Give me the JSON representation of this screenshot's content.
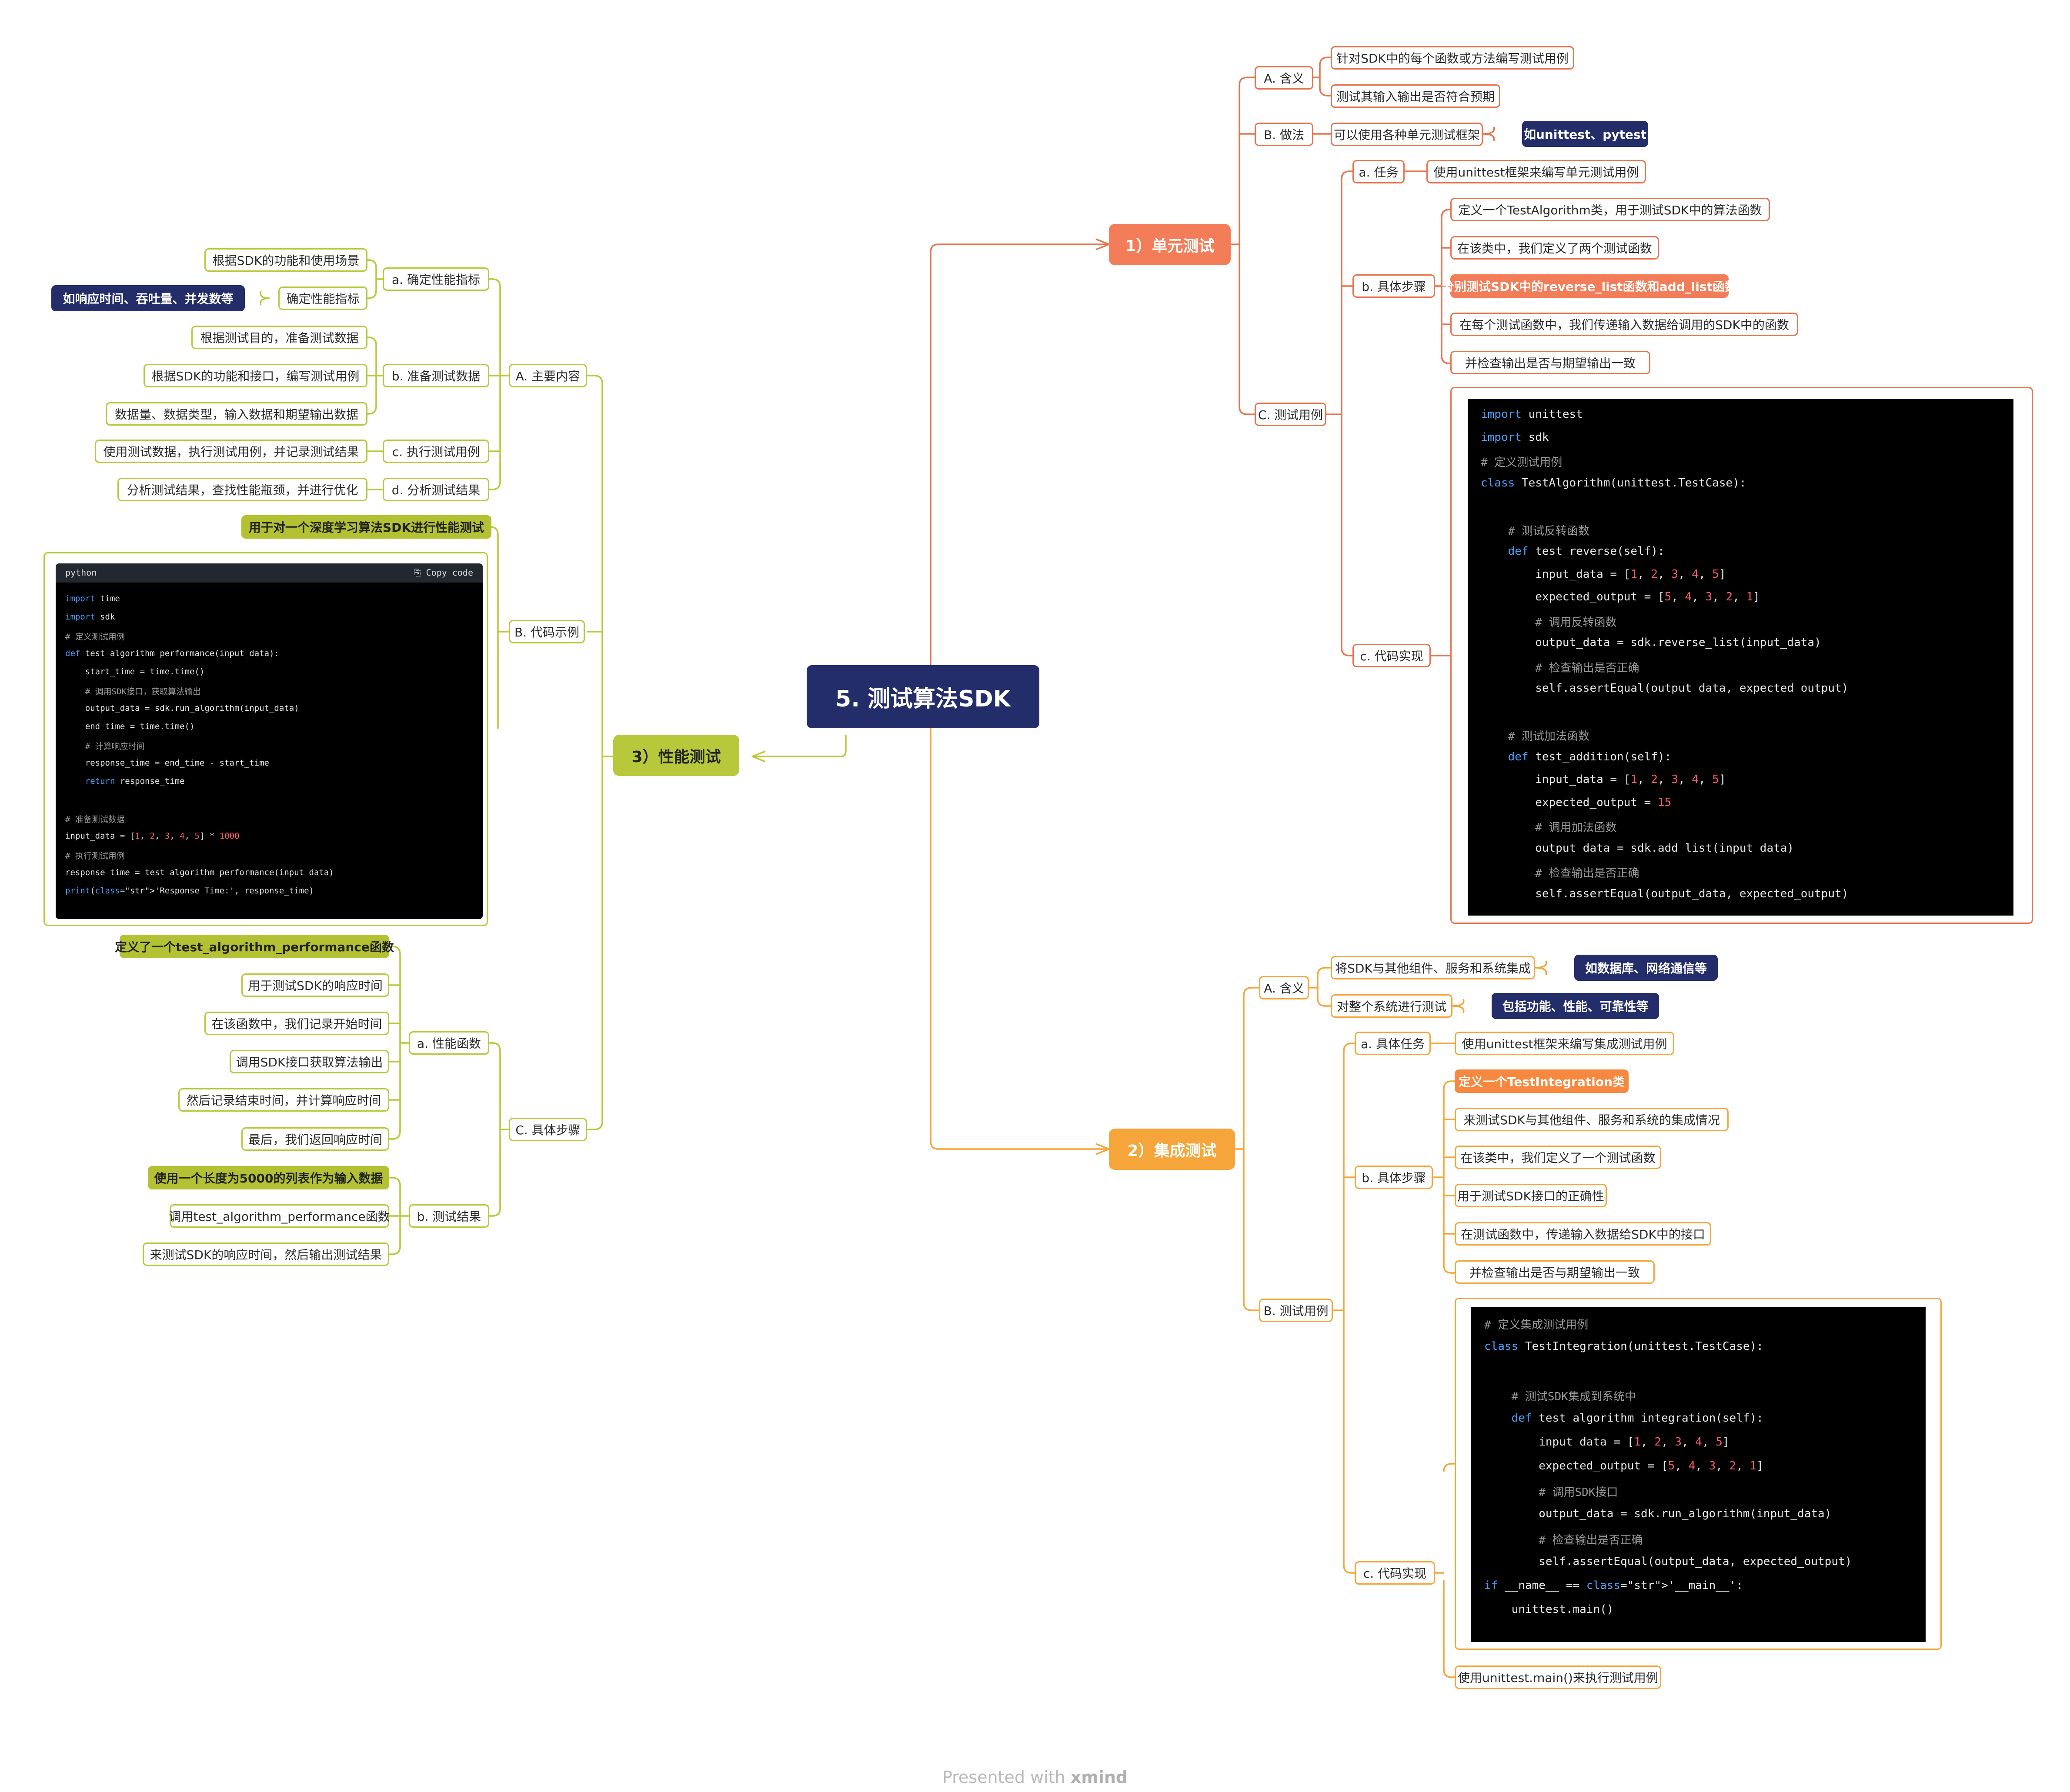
{
  "root": "5. 测试算法SDK",
  "footer": {
    "presented": "Presented with",
    "brand": "xmind"
  },
  "unit": {
    "title": "1）单元测试",
    "a": "A. 含义",
    "a1": "针对SDK中的每个函数或方法编写测试用例",
    "a2": "测试其输入输出是否符合预期",
    "b": "B. 做法",
    "b1": "可以使用各种单元测试框架",
    "b_note": "如unittest、pytest",
    "c": "C. 测试用例",
    "ca": "a. 任务",
    "ca1": "使用unittest框架来编写单元测试用例",
    "cb": "b. 具体步骤",
    "cb1": "定义一个TestAlgorithm类，用于测试SDK中的算法函数",
    "cb2": "在该类中，我们定义了两个测试函数",
    "cb3": "分别测试SDK中的reverse_list函数和add_list函数",
    "cb4": "在每个测试函数中，我们传递输入数据给调用的SDK中的函数",
    "cb5": "并检查输出是否与期望输出一致",
    "cc": "c. 代码实现",
    "code": [
      "import unittest",
      "import sdk",
      "# 定义测试用例",
      "class TestAlgorithm(unittest.TestCase):",
      "",
      "    # 测试反转函数",
      "    def test_reverse(self):",
      "        input_data = [1, 2, 3, 4, 5]",
      "        expected_output = [5, 4, 3, 2, 1]",
      "        # 调用反转函数",
      "        output_data = sdk.reverse_list(input_data)",
      "        # 检查输出是否正确",
      "        self.assertEqual(output_data, expected_output)",
      "",
      "    # 测试加法函数",
      "    def test_addition(self):",
      "        input_data = [1, 2, 3, 4, 5]",
      "        expected_output = 15",
      "        # 调用加法函数",
      "        output_data = sdk.add_list(input_data)",
      "        # 检查输出是否正确",
      "        self.assertEqual(output_data, expected_output)"
    ]
  },
  "integ": {
    "title": "2）集成测试",
    "a": "A. 含义",
    "a1": "将SDK与其他组件、服务和系统集成",
    "a1_note": "如数据库、网络通信等",
    "a2": "对整个系统进行测试",
    "a2_note": "包括功能、性能、可靠性等",
    "b": "B. 测试用例",
    "ba": "a. 具体任务",
    "ba1": "使用unittest框架来编写集成测试用例",
    "bb": "b. 具体步骤",
    "bb1": "定义一个TestIntegration类",
    "bb2": "来测试SDK与其他组件、服务和系统的集成情况",
    "bb3": "在该类中，我们定义了一个测试函数",
    "bb4": "用于测试SDK接口的正确性",
    "bb5": "在测试函数中，传递输入数据给SDK中的接口",
    "bb6": "并检查输出是否与期望输出一致",
    "bc": "c. 代码实现",
    "bc_note": "使用unittest.main()来执行测试用例",
    "code": [
      "# 定义集成测试用例",
      "class TestIntegration(unittest.TestCase):",
      "",
      "    # 测试SDK集成到系统中",
      "    def test_algorithm_integration(self):",
      "        input_data = [1, 2, 3, 4, 5]",
      "        expected_output = [5, 4, 3, 2, 1]",
      "        # 调用SDK接口",
      "        output_data = sdk.run_algorithm(input_data)",
      "        # 检查输出是否正确",
      "        self.assertEqual(output_data, expected_output)",
      "if __name__ == '__main__':",
      "    unittest.main()"
    ]
  },
  "perf": {
    "title": "3）性能测试",
    "a": "A. 主要内容",
    "aa": "a. 确定性能指标",
    "aa1": "根据SDK的功能和使用场景",
    "aa2": "确定性能指标",
    "aa2_note": "如响应时间、吞吐量、并发数等",
    "ab": "b. 准备测试数据",
    "ab1": "根据测试目的，准备测试数据",
    "ab2": "根据SDK的功能和接口，编写测试用例",
    "ab3": "数据量、数据类型，输入数据和期望输出数据",
    "ac": "c. 执行测试用例",
    "ac1": "使用测试数据，执行测试用例，并记录测试结果",
    "ad": "d. 分析测试结果",
    "ad1": "分析测试结果，查找性能瓶颈，并进行优化",
    "b": "B. 代码示例",
    "b_note": "用于对一个深度学习算法SDK进行性能测试",
    "code_lang": "python",
    "code_copy": "Copy code",
    "code": [
      "import time",
      "import sdk",
      "# 定义测试用例",
      "def test_algorithm_performance(input_data):",
      "    start_time = time.time()",
      "    # 调用SDK接口，获取算法输出",
      "    output_data = sdk.run_algorithm(input_data)",
      "    end_time = time.time()",
      "    # 计算响应时间",
      "    response_time = end_time - start_time",
      "    return response_time",
      "",
      "# 准备测试数据",
      "input_data = [1, 2, 3, 4, 5] * 1000",
      "# 执行测试用例",
      "response_time = test_algorithm_performance(input_data)",
      "print('Response Time:', response_time)"
    ],
    "c": "C. 具体步骤",
    "ca": "a. 性能函数",
    "ca1": "定义了一个test_algorithm_performance函数",
    "ca2": "用于测试SDK的响应时间",
    "ca3": "在该函数中，我们记录开始时间",
    "ca4": "调用SDK接口获取算法输出",
    "ca5": "然后记录结束时间，并计算响应时间",
    "ca6": "最后，我们返回响应时间",
    "cb": "b. 测试结果",
    "cb1": "使用一个长度为5000的列表作为输入数据",
    "cb2": "调用test_algorithm_performance函数",
    "cb3": "来测试SDK的响应时间，然后输出测试结果"
  },
  "colors": {
    "red": "#e8734f",
    "orange": "#f5a53a",
    "green": "#b7c93a",
    "navy": "#232d6a"
  }
}
